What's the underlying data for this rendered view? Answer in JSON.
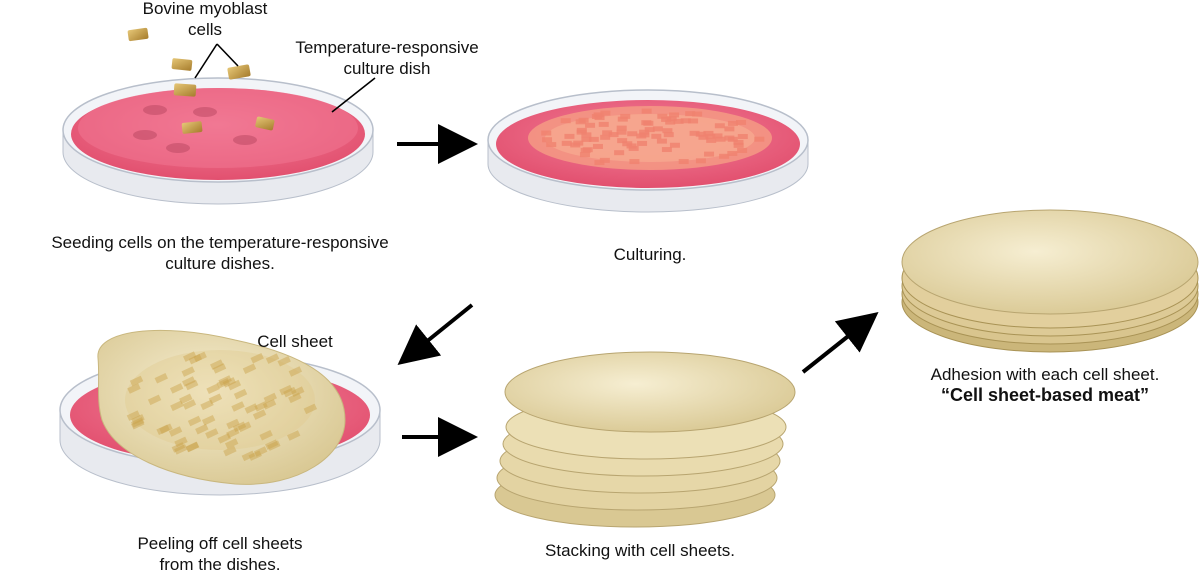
{
  "labels": {
    "bovine_myoblast_line1": "Bovine myoblast",
    "bovine_myoblast_line2": "cells",
    "dish_line1": "Temperature-responsive",
    "dish_line2": "culture dish",
    "cell_sheet": "Cell sheet"
  },
  "steps": {
    "seeding_line1": "Seeding cells on the temperature-responsive",
    "seeding_line2": "culture dishes.",
    "culturing": "Culturing.",
    "peeling_line1": "Peeling off cell sheets",
    "peeling_line2": "from the dishes.",
    "stacking": "Stacking with cell sheets.",
    "adhesion_line1": "Adhesion with each cell sheet.",
    "adhesion_line2": "“Cell sheet-based meat”"
  },
  "colors": {
    "medium": "#e85a78",
    "sheet": "#eadfb8",
    "cell": "#c9a24a",
    "arrow": "#000000"
  }
}
